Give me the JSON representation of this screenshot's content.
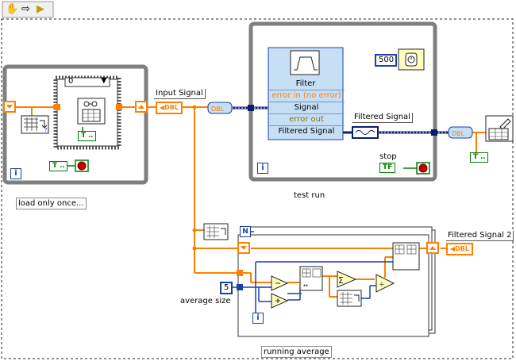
{
  "toolbar": {
    "run_mode_icon": "hand-icon",
    "step_icon": "arrow-right-icon",
    "run_icon": "run-arrow-icon"
  },
  "loop1": {
    "selector_value": "0",
    "label": "load only once..."
  },
  "input_signal": {
    "label": "Input Signal",
    "type": "DBL"
  },
  "filter_express": {
    "title": "Filter",
    "rows": [
      "error in (no error)",
      "Signal",
      "error out",
      "Filtered Signal"
    ]
  },
  "wait": {
    "value": "500"
  },
  "filtered_signal": {
    "label": "Filtered Signal"
  },
  "stop": {
    "label": "stop",
    "const": "TF"
  },
  "loop2": {
    "label": "test run"
  },
  "running_average": {
    "label": "running average",
    "average_size_label": "average size",
    "average_size_value": "5",
    "n_terminal": "N"
  },
  "filtered_signal_2": {
    "label": "Filtered Signal 2",
    "type": "DBL"
  },
  "iteration_terminal": "i",
  "bool_const": "T",
  "colors": {
    "wire_orange": "#ff8000",
    "wire_blue": "#1b3fa8",
    "loop_gray": "#7f7f7f",
    "dynamic_blue": "#0a1e6e",
    "bool_green": "#007f00"
  }
}
